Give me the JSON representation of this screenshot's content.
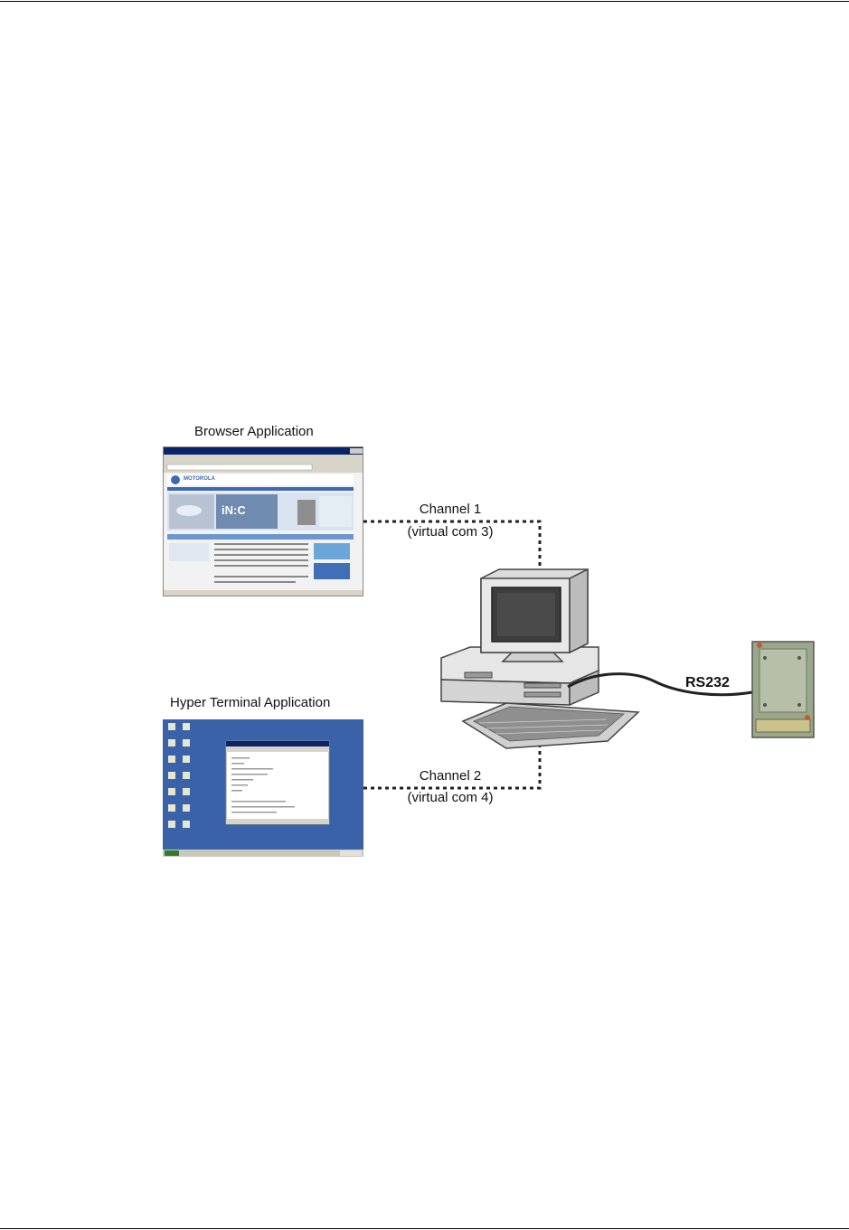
{
  "labels": {
    "browser_app": "Browser Application",
    "hyper_terminal_app": "Hyper Terminal Application",
    "channel1": "Channel 1",
    "channel1_sub": "(virtual com 3)",
    "channel2": "Channel 2",
    "channel2_sub": "(virtual com 4)",
    "rs232": "RS232"
  },
  "browser_screenshot": {
    "brand": "MOTOROLA",
    "banner_text": "iN:C"
  },
  "icons": {
    "browser": "browser-window-icon",
    "terminal": "desktop-window-icon",
    "computer": "desktop-computer-icon",
    "module": "circuit-module-icon"
  },
  "colors": {
    "desktop_blue": "#3a62a8",
    "browser_blue": "#3b69b5",
    "module_green": "#9aa78a",
    "line": "#222222"
  }
}
